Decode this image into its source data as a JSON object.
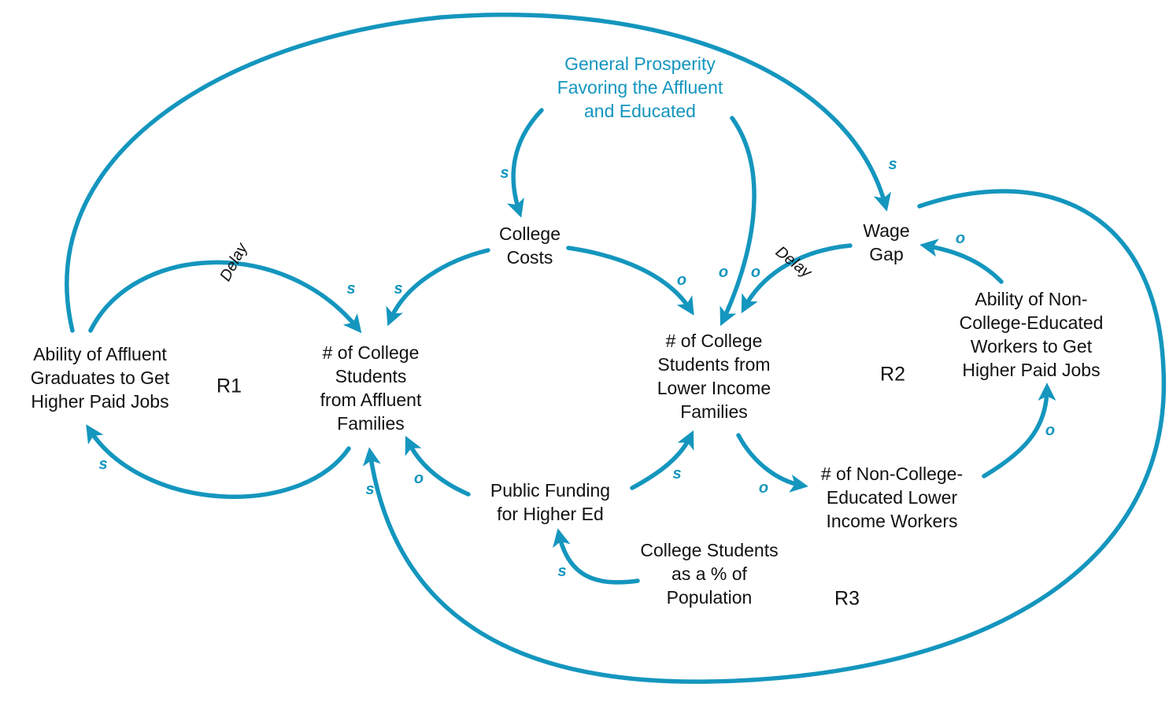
{
  "colors": {
    "link": "#1496BE",
    "text": "#111111",
    "exogenous_text": "#1496BE"
  },
  "diagram": {
    "variables": {
      "general_prosperity": [
        "General Prosperity",
        "Favoring the Affluent",
        "and Educated"
      ],
      "college_costs": [
        "College",
        "Costs"
      ],
      "wage_gap": [
        "Wage",
        "Gap"
      ],
      "ability_affluent": [
        "Ability of Affluent",
        "Graduates to Get",
        "Higher Paid Jobs"
      ],
      "students_affluent": [
        "# of College",
        "Students",
        "from Affluent",
        "Families"
      ],
      "students_lower": [
        "# of College",
        "Students from",
        "Lower Income",
        "Families"
      ],
      "ability_non_college": [
        "Ability of Non-",
        "College-Educated",
        "Workers to Get",
        "Higher Paid Jobs"
      ],
      "public_funding": [
        "Public Funding",
        "for Higher Ed"
      ],
      "non_college_workers": [
        "# of Non-College-",
        "Educated Lower",
        "Income Workers"
      ],
      "college_pct": [
        "College Students",
        "as a % of",
        "Population"
      ]
    },
    "loops": {
      "r1": "R1",
      "r2": "R2",
      "r3": "R3"
    },
    "delay_label": "Delay",
    "polarity": {
      "s": "s",
      "o": "o"
    }
  }
}
